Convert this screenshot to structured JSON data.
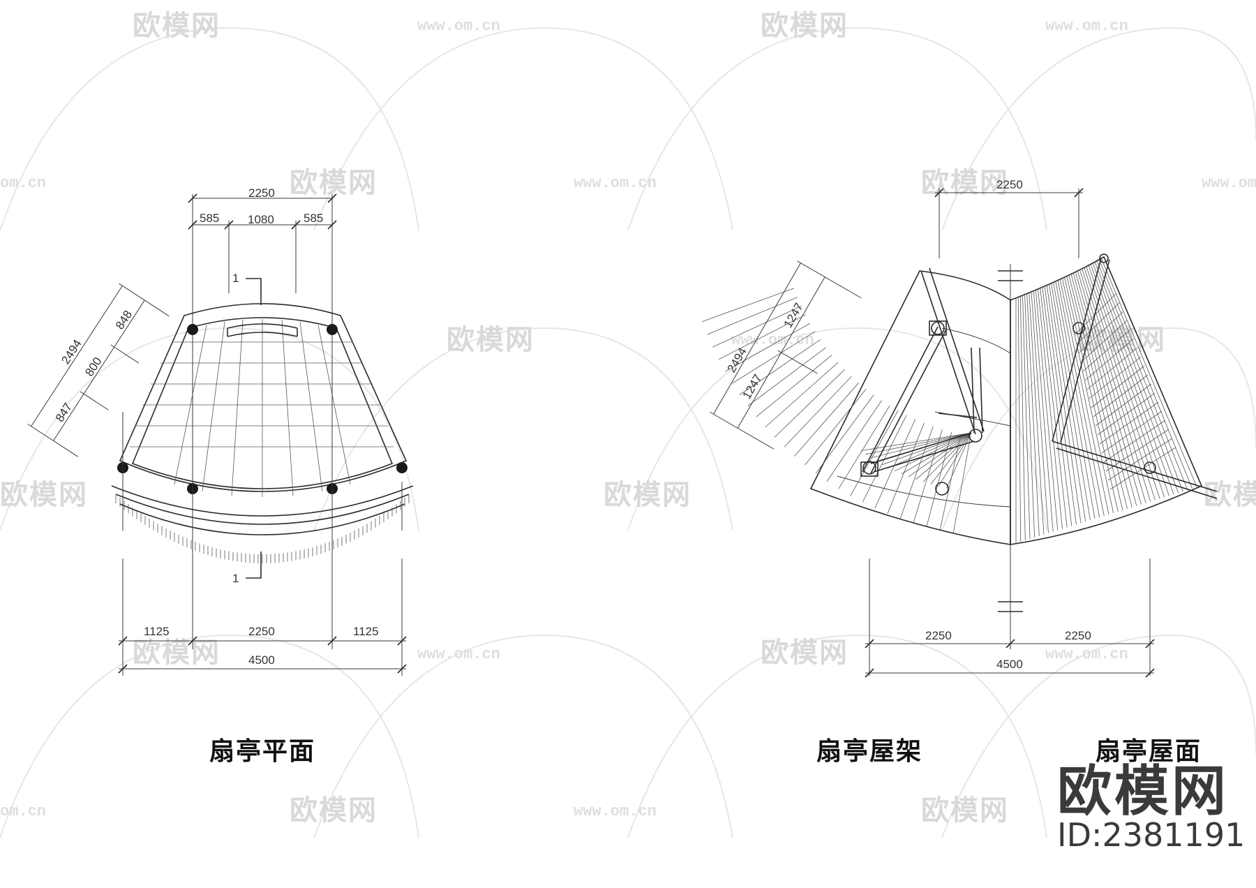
{
  "watermark": {
    "brand": "欧模网",
    "url": "www.om.cn",
    "url_fragment": "om.cn"
  },
  "plan_view": {
    "caption": "扇亭平面",
    "top_dims": {
      "overall": "2250",
      "left": "585",
      "middle": "1080",
      "right": "585"
    },
    "side_dims": {
      "overall": "2494",
      "a": "848",
      "b": "800",
      "c": "847"
    },
    "section_marker": "1",
    "bottom_dims": {
      "left": "1125",
      "middle": "2250",
      "right": "1125",
      "overall": "4500"
    }
  },
  "roof_view": {
    "caption_frame": "扇亭屋架",
    "caption_surface": "扇亭屋面",
    "top_dim": "2250",
    "side_dims": {
      "overall": "2494",
      "a": "1247",
      "b": "1247"
    },
    "bottom_dims": {
      "left": "2250",
      "right": "2250",
      "overall": "4500"
    }
  },
  "brand_block": {
    "name": "欧模网",
    "id": "ID:2381191"
  },
  "colors": {
    "line": "#2a2a2a",
    "watermark": "#d9d9d9",
    "background": "#ffffff",
    "column": "#1a1a1a"
  }
}
